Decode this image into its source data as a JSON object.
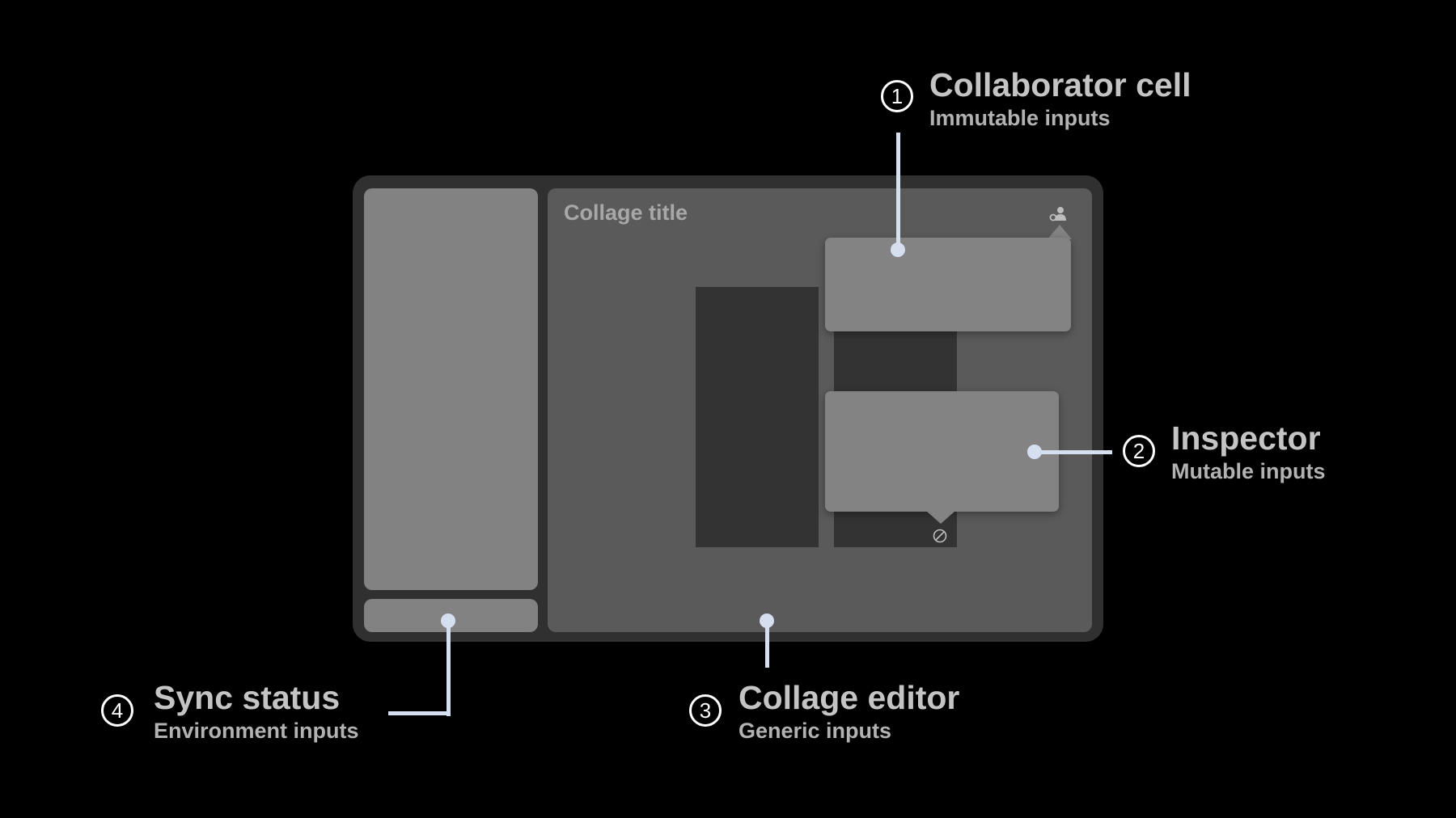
{
  "editor": {
    "title": "Collage title"
  },
  "callouts": [
    {
      "number": "1",
      "title": "Collaborator cell",
      "subtitle": "Immutable inputs"
    },
    {
      "number": "2",
      "title": "Inspector",
      "subtitle": "Mutable inputs"
    },
    {
      "number": "3",
      "title": "Collage editor",
      "subtitle": "Generic inputs"
    },
    {
      "number": "4",
      "title": "Sync status",
      "subtitle": "Environment inputs"
    }
  ],
  "icons": {
    "share": "person-share-icon",
    "no_entry": "no-entry-icon"
  },
  "colors": {
    "background": "#000000",
    "frame": "#303030",
    "panel_light": "#828282",
    "editor_bg": "#5a5a5a",
    "dark_block": "#333333",
    "leader_line": "#d6dfef"
  }
}
